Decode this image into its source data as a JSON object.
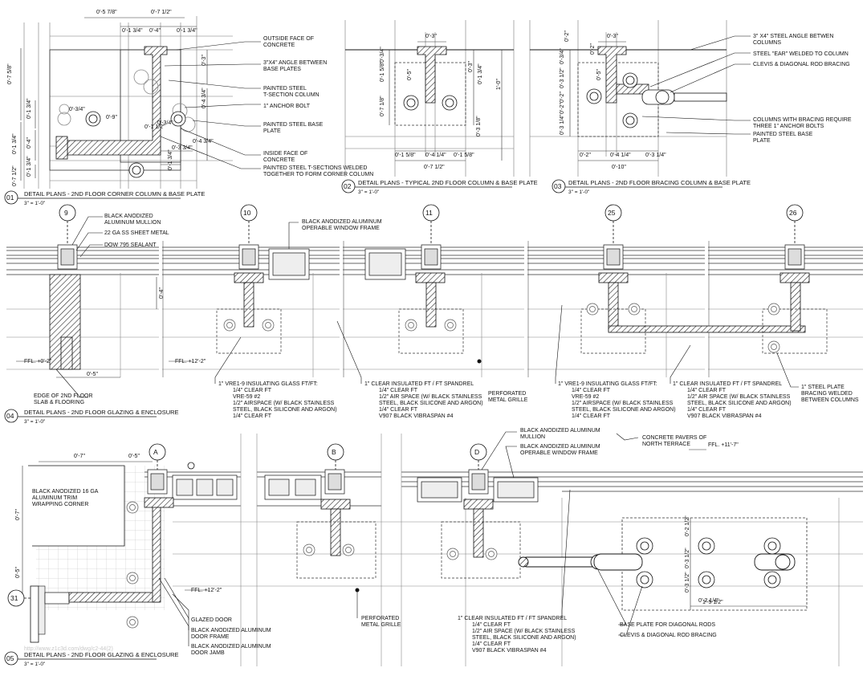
{
  "sheet": {
    "watermark": "http://www.z1c3d.com/dwg/c2-44(2)"
  },
  "detail01": {
    "number": "01",
    "title": "DETAIL PLANS - 2ND FLOOR CORNER COLUMN & BASE PLATE",
    "scale": "3\" = 1'-0\"",
    "dims": [
      "0'-5 7/8\"",
      "0'-7 1/2\"",
      "0'-1 3/4\"",
      "0'-4\"",
      "0'-1 3/4\"",
      "0'-7 5/8\"",
      "0'-3\"",
      "0'-3/4\"",
      "0'-1 3/4\"",
      "0'-9\"",
      "0'-1 3/4\"",
      "0'-4\"",
      "0'-1 3/4\"",
      "0'-3/4\"",
      "0'-4 3/4\"",
      "0'-3 3/4\"",
      "0'-1 1/2\"",
      "0'-4 3/4\"",
      "0'-1 3/4\"",
      "0'-7 1/2\""
    ],
    "notes": [
      "OUTSIDE FACE OF",
      "CONCRETE",
      "3\"X4\" ANGLE BETWEEN",
      "BASE PLATES",
      "PAINTED STEEL",
      "T-SECTION COLUMN",
      "1\" ANCHOR BOLT",
      "PAINTED STEEL BASE",
      "PLATE",
      "INSIDE FACE OF",
      "CONCRETE",
      "PAINTED STEEL T-SECTIONS WELDED",
      "TOGETHER TO FORM CORNER COLUMN"
    ]
  },
  "detail02": {
    "number": "02",
    "title": "DETAIL PLANS - TYPICAL 2ND FLOOR COLUMN & BASE PLATE",
    "scale": "3\" = 1'-0\"",
    "dims": [
      "0'-3\"",
      "0'-3/4\"",
      "0'-5\"",
      "0'-1 5/8\"",
      "0'-3\"",
      "0'-1 3/4\"",
      "0'-7 1/8\"",
      "0'-3 1/8\"",
      "0'-1 5/8\"",
      "0'-4 1/4\"",
      "0'-1 5/8\"",
      "0'-7 1/2\"",
      "1'-0\""
    ]
  },
  "detail03": {
    "number": "03",
    "title": "DETAIL PLANS - 2ND FLOOR BRACING COLUMN & BASE PLATE",
    "scale": "3\" = 1'-0\"",
    "dims": [
      "0'-2\"",
      "0'-3\"",
      "0'-2\"",
      "0'-3/4\"",
      "0'-5\"",
      "0'-3 1/2\"",
      "0'-2\"",
      "0'-2\"",
      "0'-3 1/4\"",
      "0'-2\"",
      "0'-4 1/4\"",
      "0'-3 1/4\"",
      "0'-10\""
    ],
    "notes": [
      "3\" X4\" STEEL ANGLE BETWEN",
      "COLUMNS",
      "STEEL \"EAR\" WELDED TO COLUMN",
      "CLEVIS & DIAGONAL ROD BRACING",
      "COLUMNS WITH BRACING REQUIRE",
      "THREE 1\" ANCHOR BOLTS",
      "PAINTED STEEL BASE",
      "PLATE"
    ]
  },
  "detail04": {
    "number": "04",
    "title": "DETAIL PLANS - 2ND FLOOR GLAZING & ENCLOSURE",
    "scale": "3\" = 1'-0\"",
    "grids": [
      "9",
      "10",
      "11",
      "25",
      "26"
    ],
    "levels": [
      "FFL. +0'-2\"",
      "FFL. +12'-2\""
    ],
    "dims": [
      "0'-4\"",
      "0'-5\""
    ],
    "notes_top": [
      "BLACK ANODIZED",
      "ALUMINUM MULLION",
      "22 GA SS SHEET METAL",
      "DOW 795 SEALANT",
      "BLACK ANODIZED ALUMINUM",
      "OPERABLE WINDOW FRAME"
    ],
    "note_slab": [
      "EDGE OF 2ND FLOOR",
      "SLAB & FLOORING"
    ],
    "note_glass": [
      "1\" VRE1-9 INSULATING GLASS FT/FT:",
      "1/4\" CLEAR FT",
      "VRE-59 #2",
      "1/2\" AIRSPACE (W/ BLACK STAINLESS",
      "STEEL, BLACK SILICONE AND ARGON)",
      "1/4\" CLEAR FT"
    ],
    "note_spandrel": [
      "1\" CLEAR INSULATED FT / FT SPANDREL",
      "1/4\" CLEAR FT",
      "1/2\" AIR SPACE (W/ BLACK STAINLESS",
      "STEEL, BLACK SILICONE AND ARGON)",
      "1/4\" CLEAR FT",
      "V907 BLACK VIBRASPAN #4"
    ],
    "note_grille": [
      "PERFORATED",
      "METAL GRILLE"
    ],
    "note_glass2": [
      "1\" VRE1-9 INSULATING GLASS FT/FT:",
      "1/4\" CLEAR FT",
      "VRE-59 #2",
      "1/2\" AIRSPACE (W/ BLACK STAINLESS",
      "STEEL, BLACK SILICONE AND ARGON)",
      "1/4\" CLEAR FT"
    ],
    "note_spandrel2": [
      "1\" CLEAR INSULATED FT / FT SPANDREL",
      "1/4\" CLEAR FT",
      "1/2\" AIR SPACE (W/ BLACK STAINLESS",
      "STEEL, BLACK SILICONE AND ARGON)",
      "1/4\" CLEAR FT",
      "V907 BLACK VIBRASPAN #4"
    ],
    "note_plate": [
      "1\" STEEL PLATE",
      "BRACING WELDED",
      "BETWEEN COLUMNS"
    ]
  },
  "detail05": {
    "number": "05",
    "title": "DETAIL PLANS - 2ND FLOOR GLAZING & ENCLOSURE",
    "scale": "3\" = 1'-0\"",
    "grids": [
      "A",
      "B",
      "D",
      "31"
    ],
    "levels": [
      "FFL. +12'-2\"",
      "FFL. +11'-7\""
    ],
    "dims": [
      "0'-7\"",
      "0'-5\"",
      "0'-7\"",
      "0'-5\"",
      "0'-2 1/2\"",
      "0'-3 1/2\"",
      "0'-3 1/2\"",
      "0'-2 1/4\"",
      "1'-5 1/2\""
    ],
    "note_trim": [
      "BLACK ANODIZED 16 GA",
      "ALUMINUM TRIM",
      "WRAPPING CORNER"
    ],
    "notes_top": [
      "BLACK ANODIZED ALUMINUM",
      "MULLION",
      "BLACK ANODIZED ALUMINUM",
      "OPERABLE WINDOW FRAME"
    ],
    "note_pavers": [
      "CONCRETE PAVERS OF",
      "NORTH TERRACE"
    ],
    "notes_door": [
      "GLAZED DOOR",
      "BLACK ANODIZED ALUMINUM",
      "DOOR FRAME",
      "BLACK ANODIZED ALUMINUM",
      "DOOR JAMB"
    ],
    "note_grille": [
      "PERFORATED",
      "METAL GRILLE"
    ],
    "note_spandrel": [
      "1\" CLEAR INSULATED FT / FT SPANDREL",
      "1/4\" CLEAR FT",
      "1/2\" AIR SPACE (W/ BLACK STAINLESS",
      "STEEL, BLACK SILICONE AND ARGON)",
      "1/4\" CLEAR FT",
      "V907 BLACK VIBRASPAN #4"
    ],
    "notes_base": [
      "BASE PLATE FOR DIAGONAL RODS",
      "CLEVIS & DIAGONAL ROD BRACING"
    ]
  }
}
